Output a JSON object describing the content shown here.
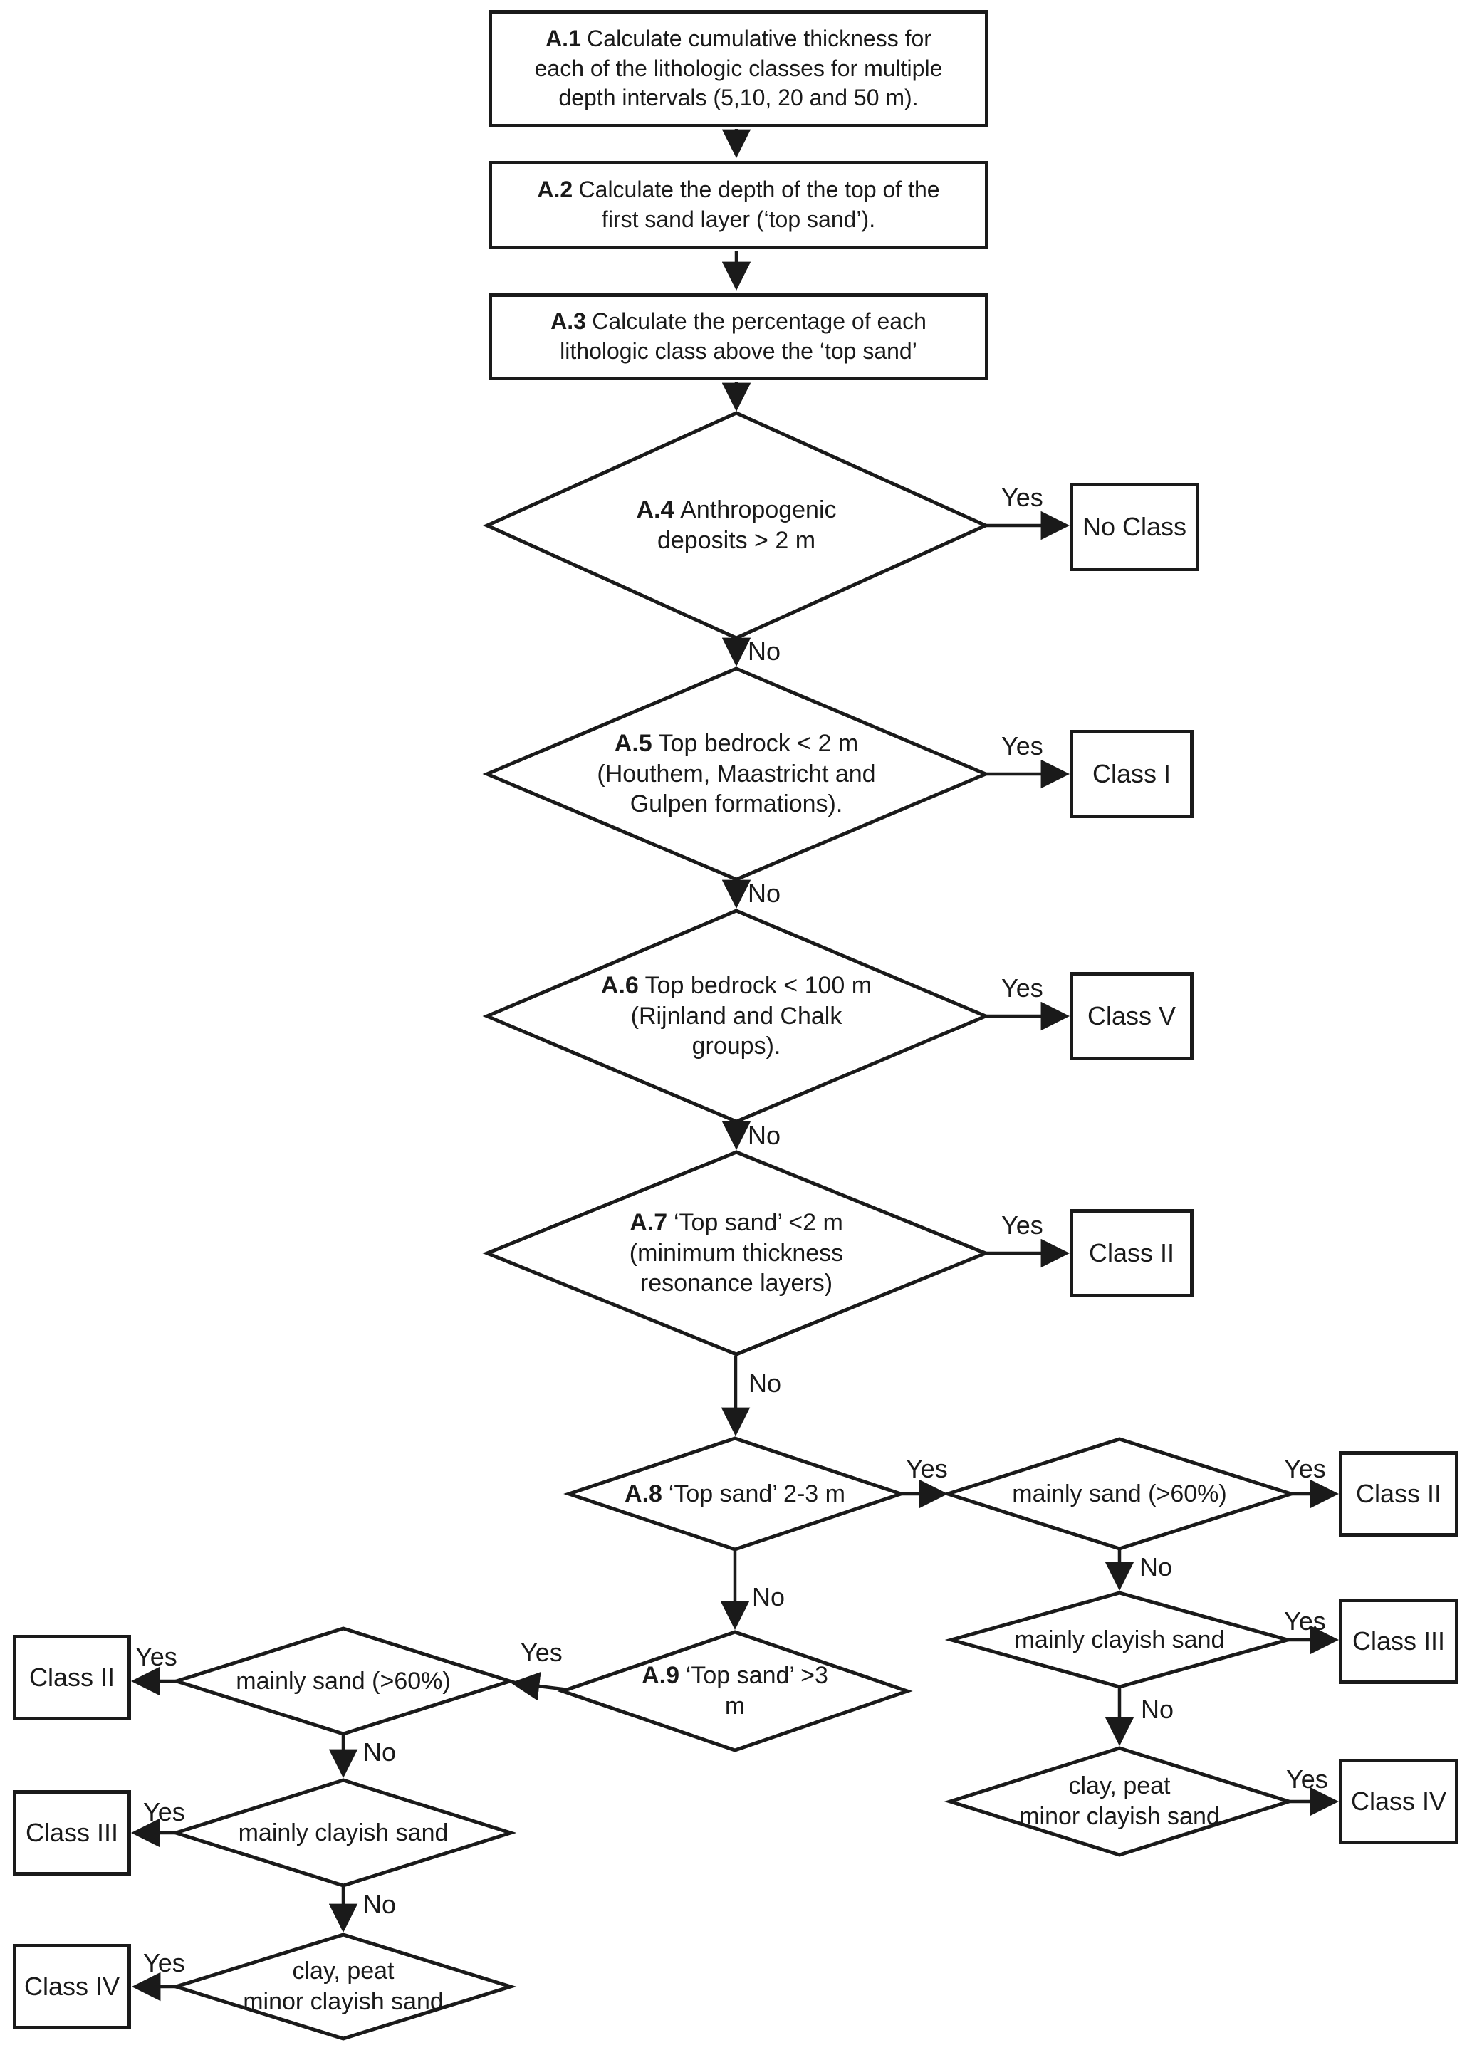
{
  "figure": {
    "type": "flowchart",
    "background_color": "#ffffff",
    "line_color": "#1a1a1a",
    "text_color": "#1a1a1a"
  },
  "labels": {
    "yes": "Yes",
    "no": "No"
  },
  "process": {
    "a1": {
      "code": "A.1",
      "l1": "Calculate cumulative thickness for",
      "l2": "each of the lithologic classes for multiple",
      "l3": "depth intervals (5,10, 20 and 50 m)."
    },
    "a2": {
      "code": "A.2",
      "l1": "Calculate the depth of the top of the",
      "l2": "first sand layer (‘top sand’)."
    },
    "a3": {
      "code": "A.3",
      "l1": "Calculate the percentage of each",
      "l2": "lithologic class above the ‘top sand’"
    }
  },
  "decisions": {
    "a4": {
      "code": "A.4",
      "l1": "Anthropogenic",
      "l2": "deposits > 2 m"
    },
    "a5": {
      "code": "A.5",
      "l1": "Top bedrock < 2 m",
      "l2": "(Houthem, Maastricht and",
      "l3": "Gulpen formations)."
    },
    "a6": {
      "code": "A.6",
      "l1": "Top bedrock < 100 m",
      "l2": "(Rijnland and Chalk",
      "l3": "groups)."
    },
    "a7": {
      "code": "A.7",
      "l1": "‘Top sand’ <2 m",
      "l2": "(minimum thickness",
      "l3": "resonance layers)"
    },
    "a8": {
      "code": "A.8",
      "l1": "‘Top sand’ 2-3 m"
    },
    "a9": {
      "code": "A.9",
      "l1": "‘Top sand’ >3",
      "l2": "m"
    },
    "sand_right": {
      "l1": "mainly sand (>60%)"
    },
    "clayish_right": {
      "l1": "mainly clayish sand"
    },
    "claypeat_right": {
      "l1": "clay, peat",
      "l2": "minor clayish sand"
    },
    "sand_left": {
      "l1": "mainly sand (>60%)"
    },
    "clayish_left": {
      "l1": "mainly clayish sand"
    },
    "claypeat_left": {
      "l1": "clay, peat",
      "l2": "minor clayish sand"
    }
  },
  "terminals": {
    "no_class": "No Class",
    "class_i": "Class I",
    "class_v": "Class V",
    "class_ii_spine": "Class II",
    "class_ii_right": "Class II",
    "class_iii_right": "Class III",
    "class_iv_right": "Class IV",
    "class_ii_left": "Class II",
    "class_iii_left": "Class III",
    "class_iv_left": "Class IV"
  },
  "flow": [
    {
      "from": "A.1",
      "to": "A.2"
    },
    {
      "from": "A.2",
      "to": "A.3"
    },
    {
      "from": "A.3",
      "to": "A.4"
    },
    {
      "from": "A.4",
      "label": "Yes",
      "to": "No Class"
    },
    {
      "from": "A.4",
      "label": "No",
      "to": "A.5"
    },
    {
      "from": "A.5",
      "label": "Yes",
      "to": "Class I"
    },
    {
      "from": "A.5",
      "label": "No",
      "to": "A.6"
    },
    {
      "from": "A.6",
      "label": "Yes",
      "to": "Class V"
    },
    {
      "from": "A.6",
      "label": "No",
      "to": "A.7"
    },
    {
      "from": "A.7",
      "label": "Yes",
      "to": "Class II"
    },
    {
      "from": "A.7",
      "label": "No",
      "to": "A.8"
    },
    {
      "from": "A.8",
      "label": "Yes",
      "to": "mainly sand (>60%) [right]"
    },
    {
      "from": "A.8",
      "label": "No",
      "to": "A.9"
    },
    {
      "from": "mainly sand (>60%) [right]",
      "label": "Yes",
      "to": "Class II"
    },
    {
      "from": "mainly sand (>60%) [right]",
      "label": "No",
      "to": "mainly clayish sand [right]"
    },
    {
      "from": "mainly clayish sand [right]",
      "label": "Yes",
      "to": "Class III"
    },
    {
      "from": "mainly clayish sand [right]",
      "label": "No",
      "to": "clay, peat minor clayish sand [right]"
    },
    {
      "from": "clay, peat minor clayish sand [right]",
      "label": "Yes",
      "to": "Class IV"
    },
    {
      "from": "A.9",
      "label": "Yes",
      "to": "mainly sand (>60%) [left]"
    },
    {
      "from": "mainly sand (>60%) [left]",
      "label": "Yes",
      "to": "Class II"
    },
    {
      "from": "mainly sand (>60%) [left]",
      "label": "No",
      "to": "mainly clayish sand [left]"
    },
    {
      "from": "mainly clayish sand [left]",
      "label": "Yes",
      "to": "Class III"
    },
    {
      "from": "mainly clayish sand [left]",
      "label": "No",
      "to": "clay, peat minor clayish sand [left]"
    },
    {
      "from": "clay, peat minor clayish sand [left]",
      "label": "Yes",
      "to": "Class IV"
    }
  ]
}
